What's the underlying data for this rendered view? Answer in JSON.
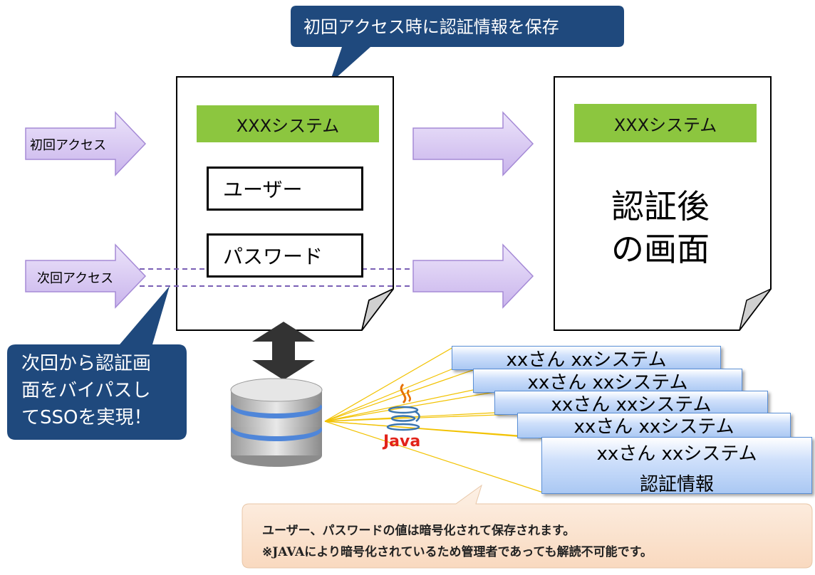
{
  "top_callout": "初回アクセス時に認証情報を保存",
  "arrows": {
    "first_access": "初回アクセス",
    "next_access": "次回アクセス"
  },
  "login_page": {
    "system_title": "XXXシステム",
    "user_field": "ユーザー",
    "password_field": "パスワード"
  },
  "result_page": {
    "system_title": "XXXシステム",
    "body_line1": "認証後",
    "body_line2": "の画面"
  },
  "sso_callout": {
    "line1": "次回から認証画",
    "line2": "面をバイパスし",
    "line3": "てSSOを実現！"
  },
  "java_label": "Java",
  "credential_cards": [
    {
      "line1": "xxさん xxシステム"
    },
    {
      "line1": "xxさん xxシステム"
    },
    {
      "line1": "xxさん xxシステム"
    },
    {
      "line1": "xxさん xxシステム"
    },
    {
      "line1": "xxさん xxシステム",
      "line2": "認証情報"
    }
  ],
  "note": {
    "line1": "ユーザー、パスワードの値は暗号化されて保存されます。",
    "line2": "※JAVAにより暗号化されているため管理者であっても解読不可能です。"
  },
  "colors": {
    "callout_navy": "#1f497d",
    "arrow_lavender": "#d4c2f0",
    "green": "#8cc63f",
    "card_blue": "#aac8f3",
    "note_peach": "#fde9d9"
  }
}
